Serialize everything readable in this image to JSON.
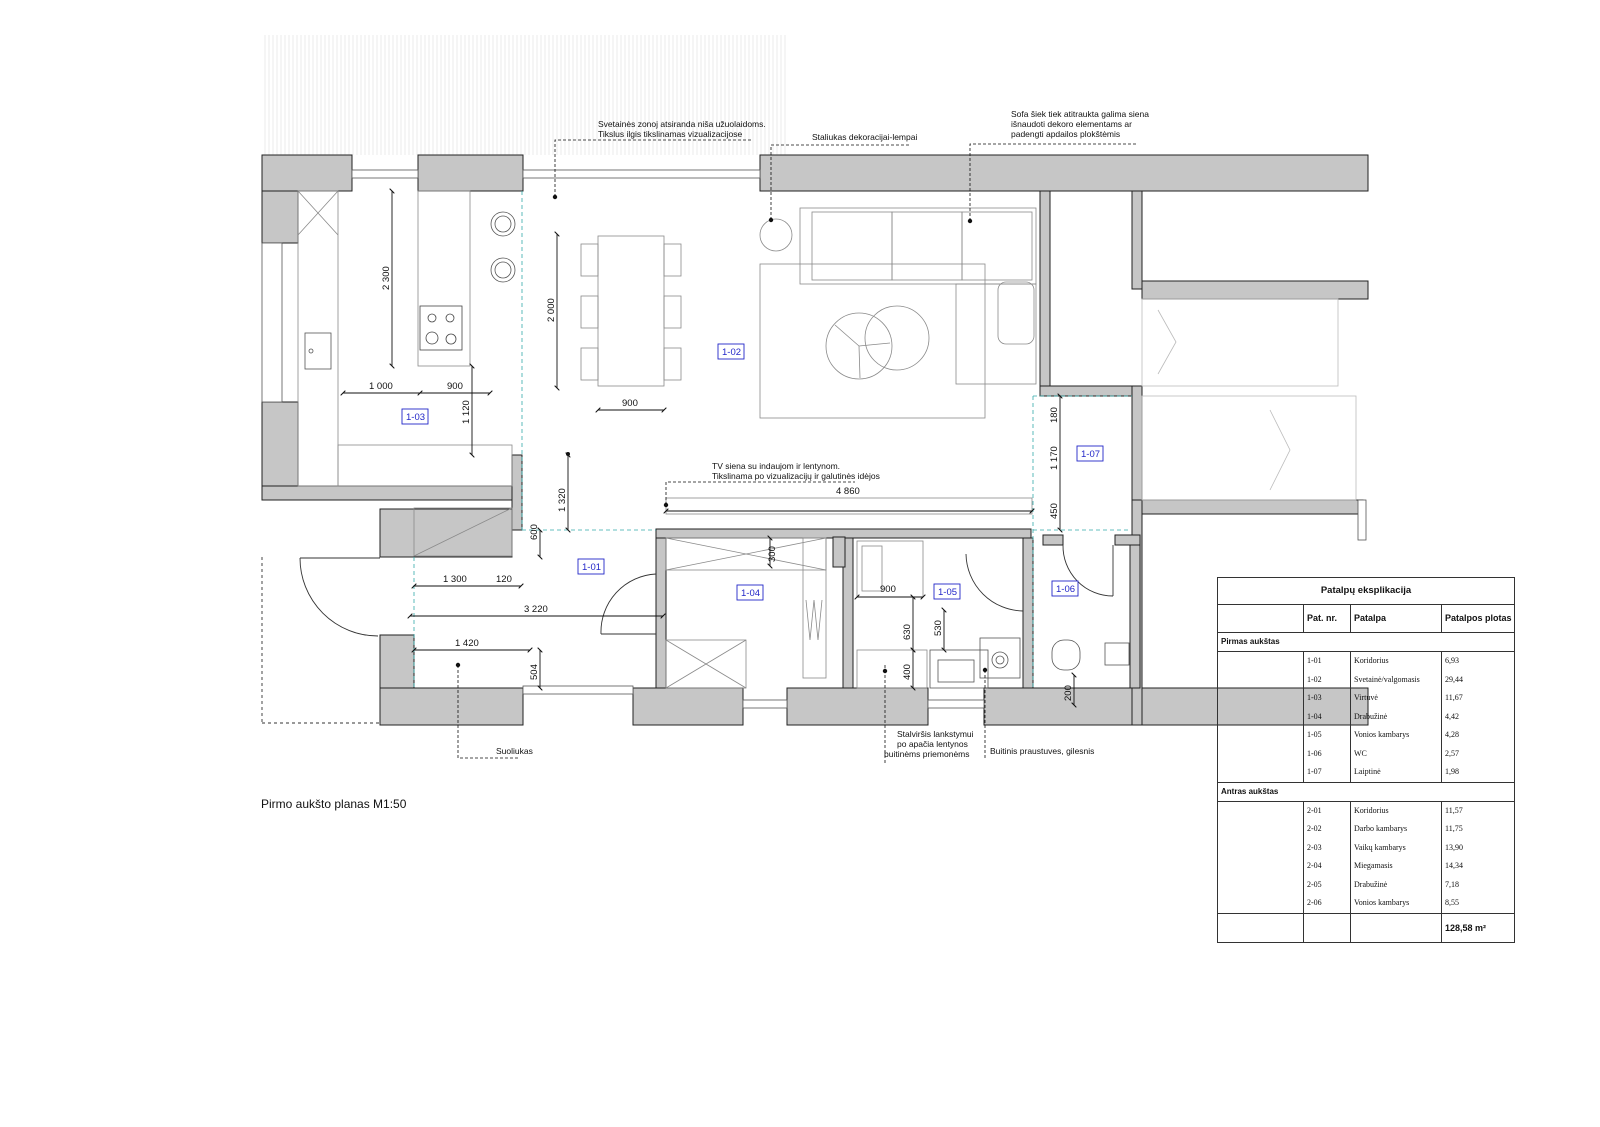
{
  "notes": {
    "niche": [
      "Svetainės zonoj atsiranda niša užuolaidoms.",
      "Tikslus ilgis tikslinamas vizualizacijose"
    ],
    "table": "Staliukas dekoracijai-lempai",
    "sofa": [
      "Sofa šiek tiek atitraukta galima siena",
      "išnaudoti dekoro elementams ar",
      "padengti apdailos plokštėmis"
    ],
    "tv": [
      "TV siena su indaujom ir lentynom.",
      "Tikslinama po vizualizacijų ir galutinės idėjos"
    ],
    "bench": "Suoliukas",
    "counter": [
      "Stalviršis lankstymui",
      "po apačia lentynos",
      "buitinėms priemonėms"
    ],
    "sink": "Buitinis praustuves, gilesnis"
  },
  "dimensions": {
    "d2300": "2 300",
    "d1000": "1 000",
    "d900a": "900",
    "d1120": "1 120",
    "d2000": "2 000",
    "d900b": "900",
    "d180": "180",
    "d1170": "1 170",
    "d4860": "4 860",
    "d1320": "1 320",
    "d600": "600",
    "d450": "450",
    "d300": "300",
    "d900c": "900",
    "d630": "630",
    "d530": "530",
    "d400": "400",
    "d200": "200",
    "d1300": "1 300",
    "d120": "120",
    "d3220": "3 220",
    "d1420": "1 420",
    "d504": "504"
  },
  "rooms": {
    "r101": "1-01",
    "r102": "1-02",
    "r103": "1-03",
    "r104": "1-04",
    "r105": "1-05",
    "r106": "1-06",
    "r107": "1-07"
  },
  "caption": "Pirmo aukšto planas M1:50",
  "legend": {
    "title": "Patalpų eksplikacija",
    "headers": [
      "Pat. nr.",
      "Patalpa",
      "Patalpos plotas"
    ],
    "floor1": "Pirmas aukštas",
    "floor1_rows": [
      [
        "1-01",
        "Koridorius",
        "6,93"
      ],
      [
        "1-02",
        "Svetainė/valgomasis",
        "29,44"
      ],
      [
        "1-03",
        "Virtuvė",
        "11,67"
      ],
      [
        "1-04",
        "Drabužinė",
        "4,42"
      ],
      [
        "1-05",
        "Vonios kambarys",
        "4,28"
      ],
      [
        "1-06",
        "WC",
        "2,57"
      ],
      [
        "1-07",
        "Laiptinė",
        "1,98"
      ]
    ],
    "floor2": "Antras aukštas",
    "floor2_rows": [
      [
        "2-01",
        "Koridorius",
        "11,57"
      ],
      [
        "2-02",
        "Darbo kambarys",
        "11,75"
      ],
      [
        "2-03",
        "Vaikų kambarys",
        "13,90"
      ],
      [
        "2-04",
        "Miegamasis",
        "14,34"
      ],
      [
        "2-05",
        "Drabužinė",
        "7,18"
      ],
      [
        "2-06",
        "Vonios kambarys",
        "8,55"
      ]
    ],
    "total": "128,58 m²"
  }
}
